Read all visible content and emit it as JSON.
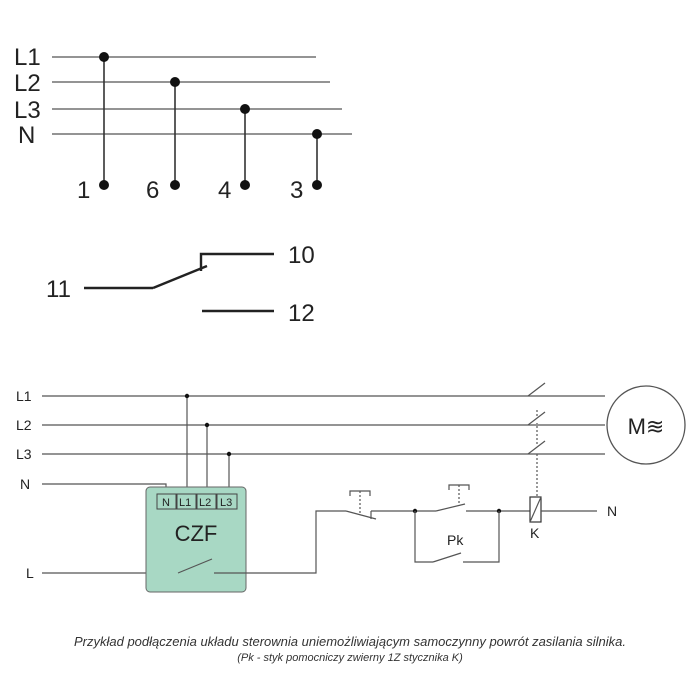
{
  "top_diagram": {
    "lines": [
      "L1",
      "L2",
      "L3",
      "N"
    ],
    "terminals": [
      "1",
      "6",
      "4",
      "3"
    ]
  },
  "contact_diagram": {
    "common": "11",
    "normally_open": "10",
    "normally_closed": "12"
  },
  "wiring": {
    "lines": [
      "L1",
      "L2",
      "L3",
      "N",
      "L"
    ],
    "relay": {
      "name": "CZF",
      "terminals": [
        "N",
        "L1",
        "L2",
        "L3"
      ],
      "fill_color": "#a8d8c4"
    },
    "motor_label": "M≋",
    "aux_contact_label": "Pk",
    "contactor_label": "K",
    "neutral_label": "N"
  },
  "caption": {
    "main": "Przykład podłączenia układu sterownia uniemożliwiającym samoczynny powrót zasilania silnika.",
    "note": "(Pk - styk pomocniczy zwierny 1Z stycznika K)"
  }
}
